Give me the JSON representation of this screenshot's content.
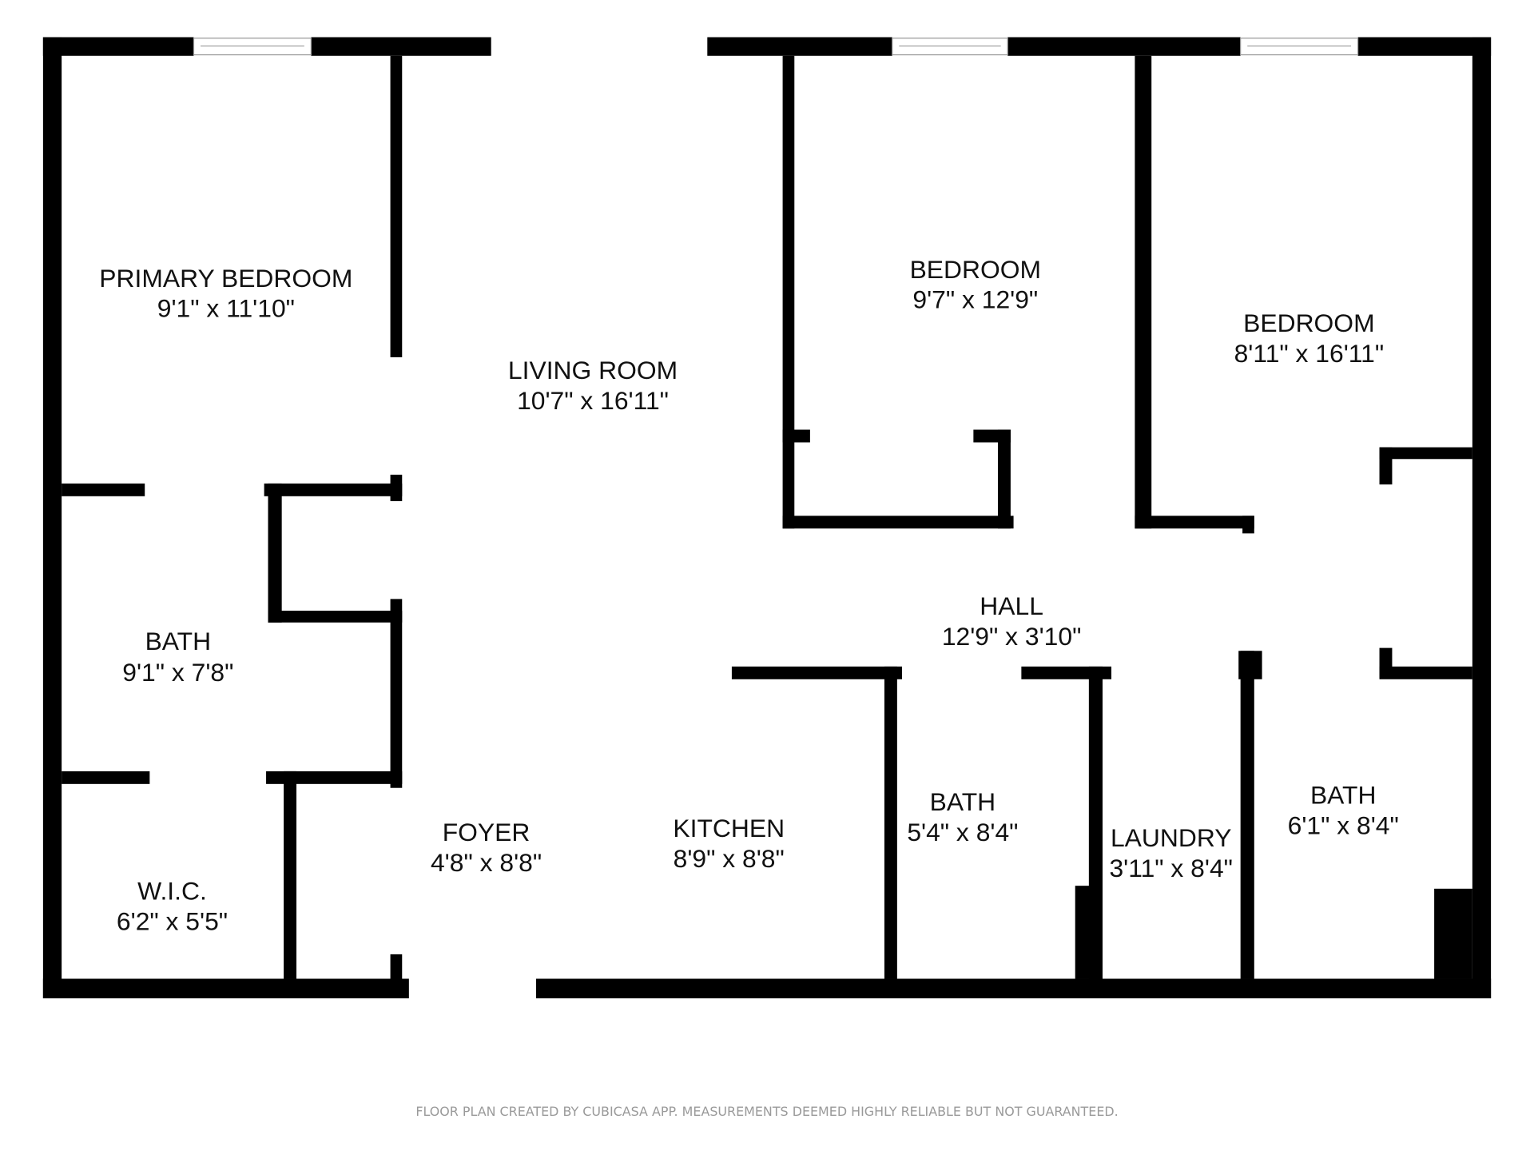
{
  "rooms": [
    {
      "name": "PRIMARY BEDROOM",
      "size": "9'1\" x 11'10\""
    },
    {
      "name": "LIVING ROOM",
      "size": "10'7\" x 16'11\""
    },
    {
      "name": "BEDROOM",
      "size": "9'7\" x 12'9\""
    },
    {
      "name": "BEDROOM",
      "size": "8'11\" x 16'11\""
    },
    {
      "name": "HALL",
      "size": "12'9\" x 3'10\""
    },
    {
      "name": "BATH",
      "size": "9'1\" x 7'8\""
    },
    {
      "name": "W.I.C.",
      "size": "6'2\" x 5'5\""
    },
    {
      "name": "FOYER",
      "size": "4'8\" x 8'8\""
    },
    {
      "name": "KITCHEN",
      "size": "8'9\" x 8'8\""
    },
    {
      "name": "BATH",
      "size": "5'4\" x 8'4\""
    },
    {
      "name": "LAUNDRY",
      "size": "3'11\" x 8'4\""
    },
    {
      "name": "BATH",
      "size": "6'1\" x 8'4\""
    }
  ],
  "footer": "FLOOR PLAN CREATED BY CUBICASA APP. MEASUREMENTS DEEMED HIGHLY RELIABLE BUT NOT GUARANTEED."
}
